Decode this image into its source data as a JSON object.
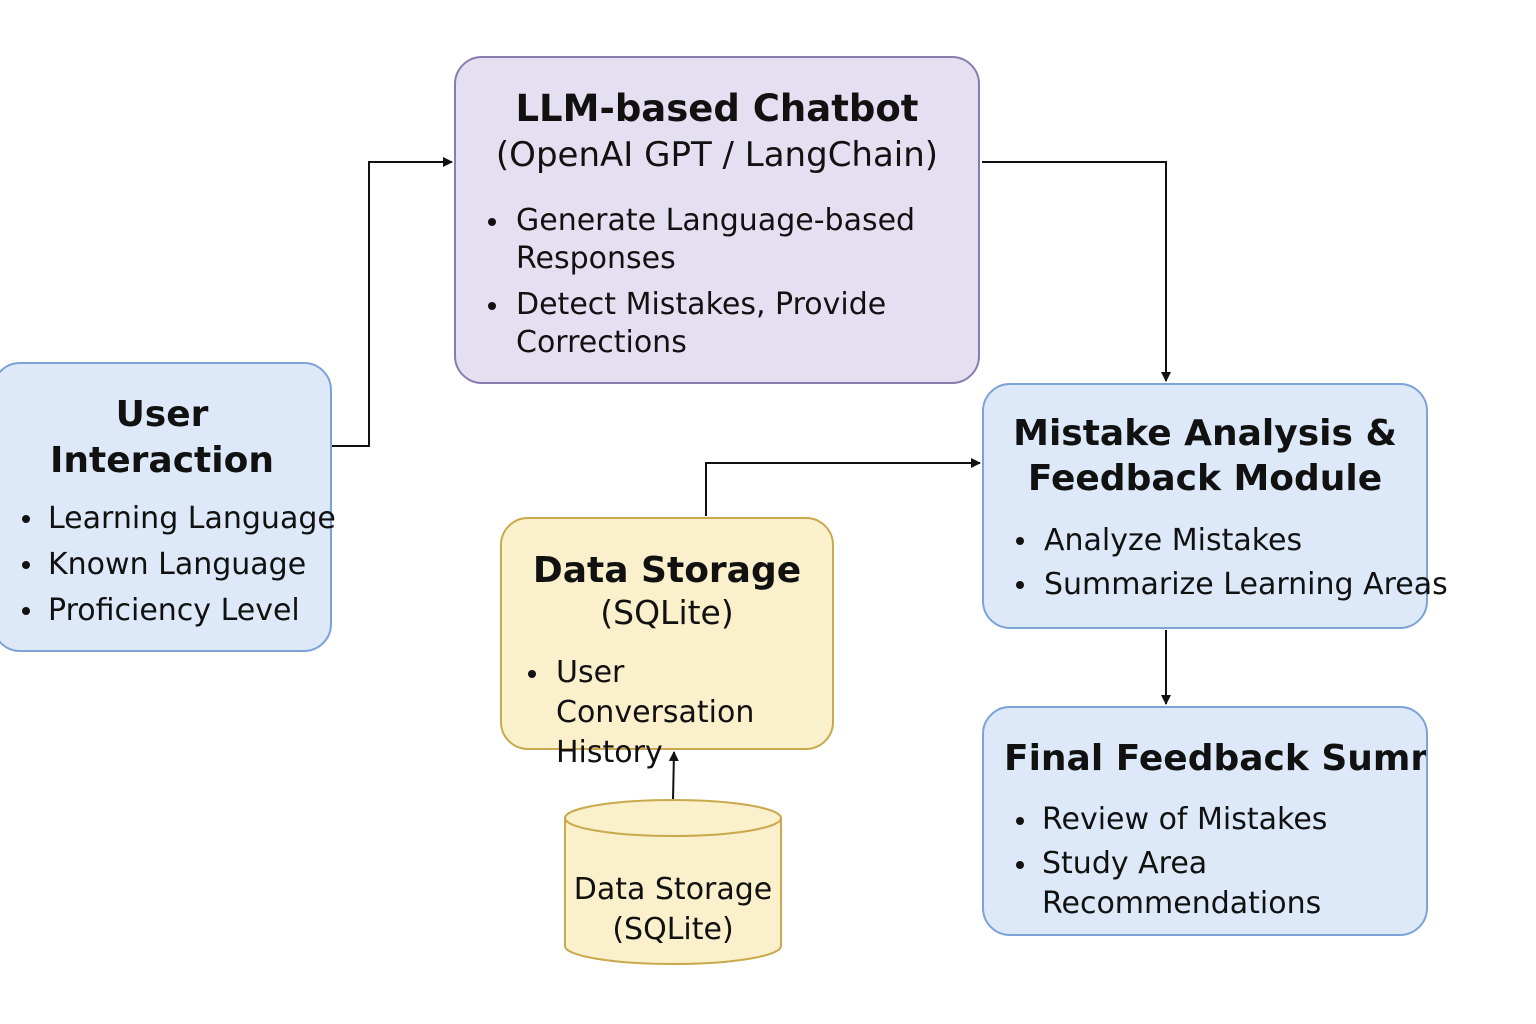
{
  "user_interaction": {
    "title": "User\nInteraction",
    "items": [
      "Learning Language",
      "Known Language",
      "Proficiency Level"
    ]
  },
  "chatbot": {
    "title": "LLM-based Chatbot",
    "subtitle": "(OpenAI GPT / LangChain)",
    "items": [
      "Generate Language-based Responses",
      "Detect Mistakes, Provide Corrections"
    ]
  },
  "mistake_module": {
    "title": "Mistake Analysis &\nFeedback Module",
    "items": [
      "Analyze Mistakes",
      "Summarize Learning Areas"
    ]
  },
  "final_feedback": {
    "title": "Final Feedback Summay",
    "items": [
      "Review of Mistakes",
      "Study Area Recommendations"
    ]
  },
  "data_storage": {
    "title": "Data Storage",
    "subtitle": "(SQLite)",
    "items": [
      "User Conversation History"
    ]
  },
  "database": {
    "label": "Data Storage\n(SQLite)"
  },
  "colors": {
    "blue_fill": "#dde9f8",
    "blue_border": "#7ba3d8",
    "purple_fill": "#e5e0f1",
    "purple_border": "#8a7bb0",
    "yellow_fill": "#fbf0cc",
    "yellow_border": "#c9a94b",
    "arrow": "#111111"
  }
}
